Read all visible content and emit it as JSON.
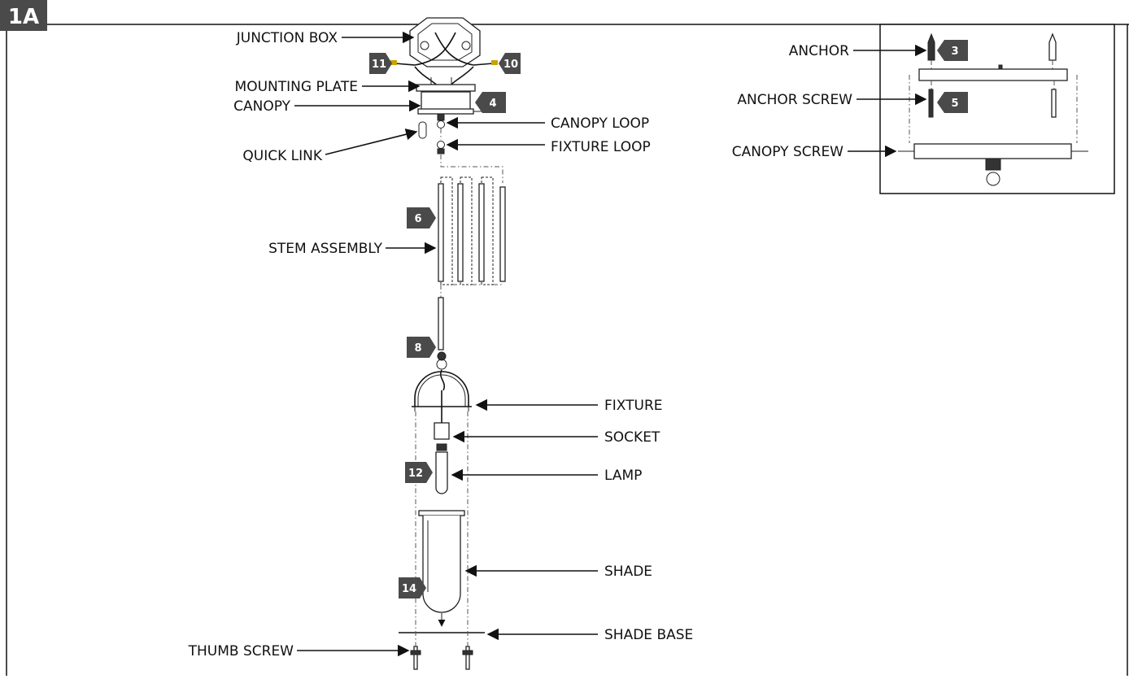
{
  "figure_id": "1A",
  "labels": {
    "junction_box": "JUNCTION BOX",
    "mounting_plate": "MOUNTING PLATE",
    "canopy": "CANOPY",
    "canopy_loop": "CANOPY LOOP",
    "quick_link": "QUICK LINK",
    "fixture_loop": "FIXTURE LOOP",
    "stem_assembly": "STEM ASSEMBLY",
    "fixture": "FIXTURE",
    "socket": "SOCKET",
    "lamp": "LAMP",
    "shade": "SHADE",
    "shade_base": "SHADE BASE",
    "thumb_screw": "THUMB SCREW",
    "anchor": "ANCHOR",
    "anchor_screw": "ANCHOR SCREW",
    "canopy_screw": "CANOPY SCREW"
  },
  "steps": {
    "s3": "3",
    "s4": "4",
    "s5": "5",
    "s6": "6",
    "s8": "8",
    "s10": "10",
    "s11": "11",
    "s12": "12",
    "s14": "14"
  },
  "colors": {
    "tag_fill": "#4a4a4a",
    "line": "#111111"
  }
}
